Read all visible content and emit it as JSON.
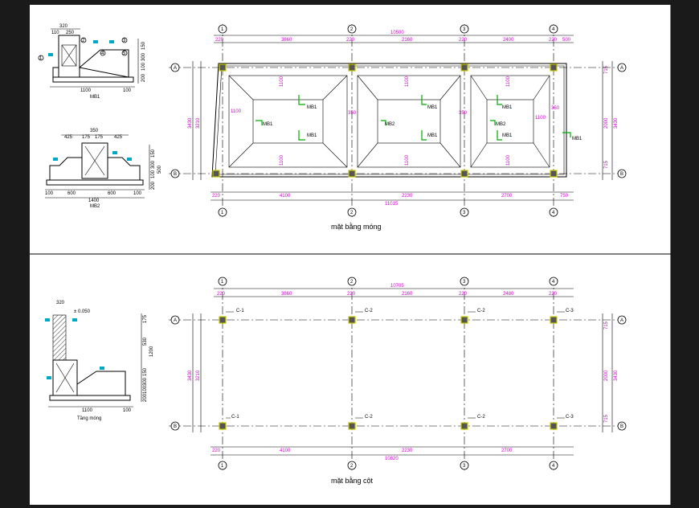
{
  "colors": {
    "frame": "#1a1a1a",
    "sheet": "#ffffff",
    "dim_text": "#d000d0",
    "marker": "#00aa00",
    "column_outline": "#c8c800",
    "tag": "#00a8c8"
  },
  "top_plan": {
    "title": "mặt bằng móng",
    "axes": [
      "1",
      "2",
      "3",
      "4"
    ],
    "side_axes": [
      "A",
      "B"
    ],
    "top_dims": {
      "d1": "220",
      "d2": "3860",
      "d3": "220",
      "d4": "2160",
      "d5": "220",
      "d6": "2400",
      "d7": "220",
      "d8": "500",
      "total": "10500"
    },
    "bottom_dims": {
      "d1": "220",
      "d2": "4100",
      "d3": "2230",
      "d4": "2700",
      "d5": "750",
      "total": "11015"
    },
    "left_dims": {
      "a": "3430",
      "b": "3210"
    },
    "right_dims": {
      "a": "715",
      "b": "2000",
      "c": "715",
      "total": "3430"
    },
    "inner_dims": {
      "v1": "1100",
      "v2": "1100",
      "v3": "1100",
      "v4": "1100",
      "v5": "1100",
      "v6": "1100",
      "h1": "1100",
      "h2": "1100",
      "c1": "350",
      "c2": "350",
      "c3": "350"
    },
    "labels": {
      "m1": "MB1",
      "m2": "MB1",
      "m3": "MB2",
      "m4": "MB1",
      "m5": "MB1",
      "m6": "MB2",
      "m7": "MB1",
      "m8": "MB1"
    }
  },
  "bottom_plan": {
    "title": "mặt bằng cột",
    "axes": [
      "1",
      "2",
      "3",
      "4"
    ],
    "side_axes": [
      "A",
      "B"
    ],
    "top_dims": {
      "d1": "220",
      "d2": "3860",
      "d3": "220",
      "d4": "2160",
      "d5": "220",
      "d6": "2480",
      "d7": "220",
      "total": "10705"
    },
    "bottom_dims": {
      "d1": "220",
      "d2": "4100",
      "d3": "2230",
      "d4": "2700",
      "total": "10820"
    },
    "left_dims": {
      "a": "3430",
      "b": "3210"
    },
    "right_dims": {
      "a": "715",
      "b": "2000",
      "c": "715",
      "total": "3430"
    },
    "columns_top": [
      "C-1",
      "C-2",
      "C-2",
      "C-3"
    ],
    "columns_bottom": [
      "C-1",
      "C-2",
      "C-2",
      "C-3"
    ]
  },
  "details": {
    "mb1": {
      "name": "MB1",
      "top": "320",
      "d1": "110",
      "d2": "250",
      "w": "1100",
      "e": "100",
      "v1": "150",
      "v2": "300",
      "v3": "100",
      "v4": "200",
      "t1": "1",
      "t2": "2",
      "t3": "3",
      "t4": "4",
      "t5": "5"
    },
    "mb2": {
      "name": "MB2",
      "top": "350",
      "d1": "425",
      "d2": "425",
      "d3": "175",
      "d4": "175",
      "w": "1400",
      "a": "100",
      "b": "600",
      "c": "600",
      "e": "100",
      "v1": "150",
      "v2": "300",
      "v3": "100",
      "v4": "200",
      "v5": "500"
    },
    "col": {
      "name": "Tầng móng",
      "top": "320",
      "level": "± 0.050",
      "w": "1100",
      "e": "100",
      "v1": "175",
      "v2": "530",
      "v3": "1200",
      "v4": "150",
      "v5": "300",
      "v6": "100",
      "v7": "200"
    }
  }
}
